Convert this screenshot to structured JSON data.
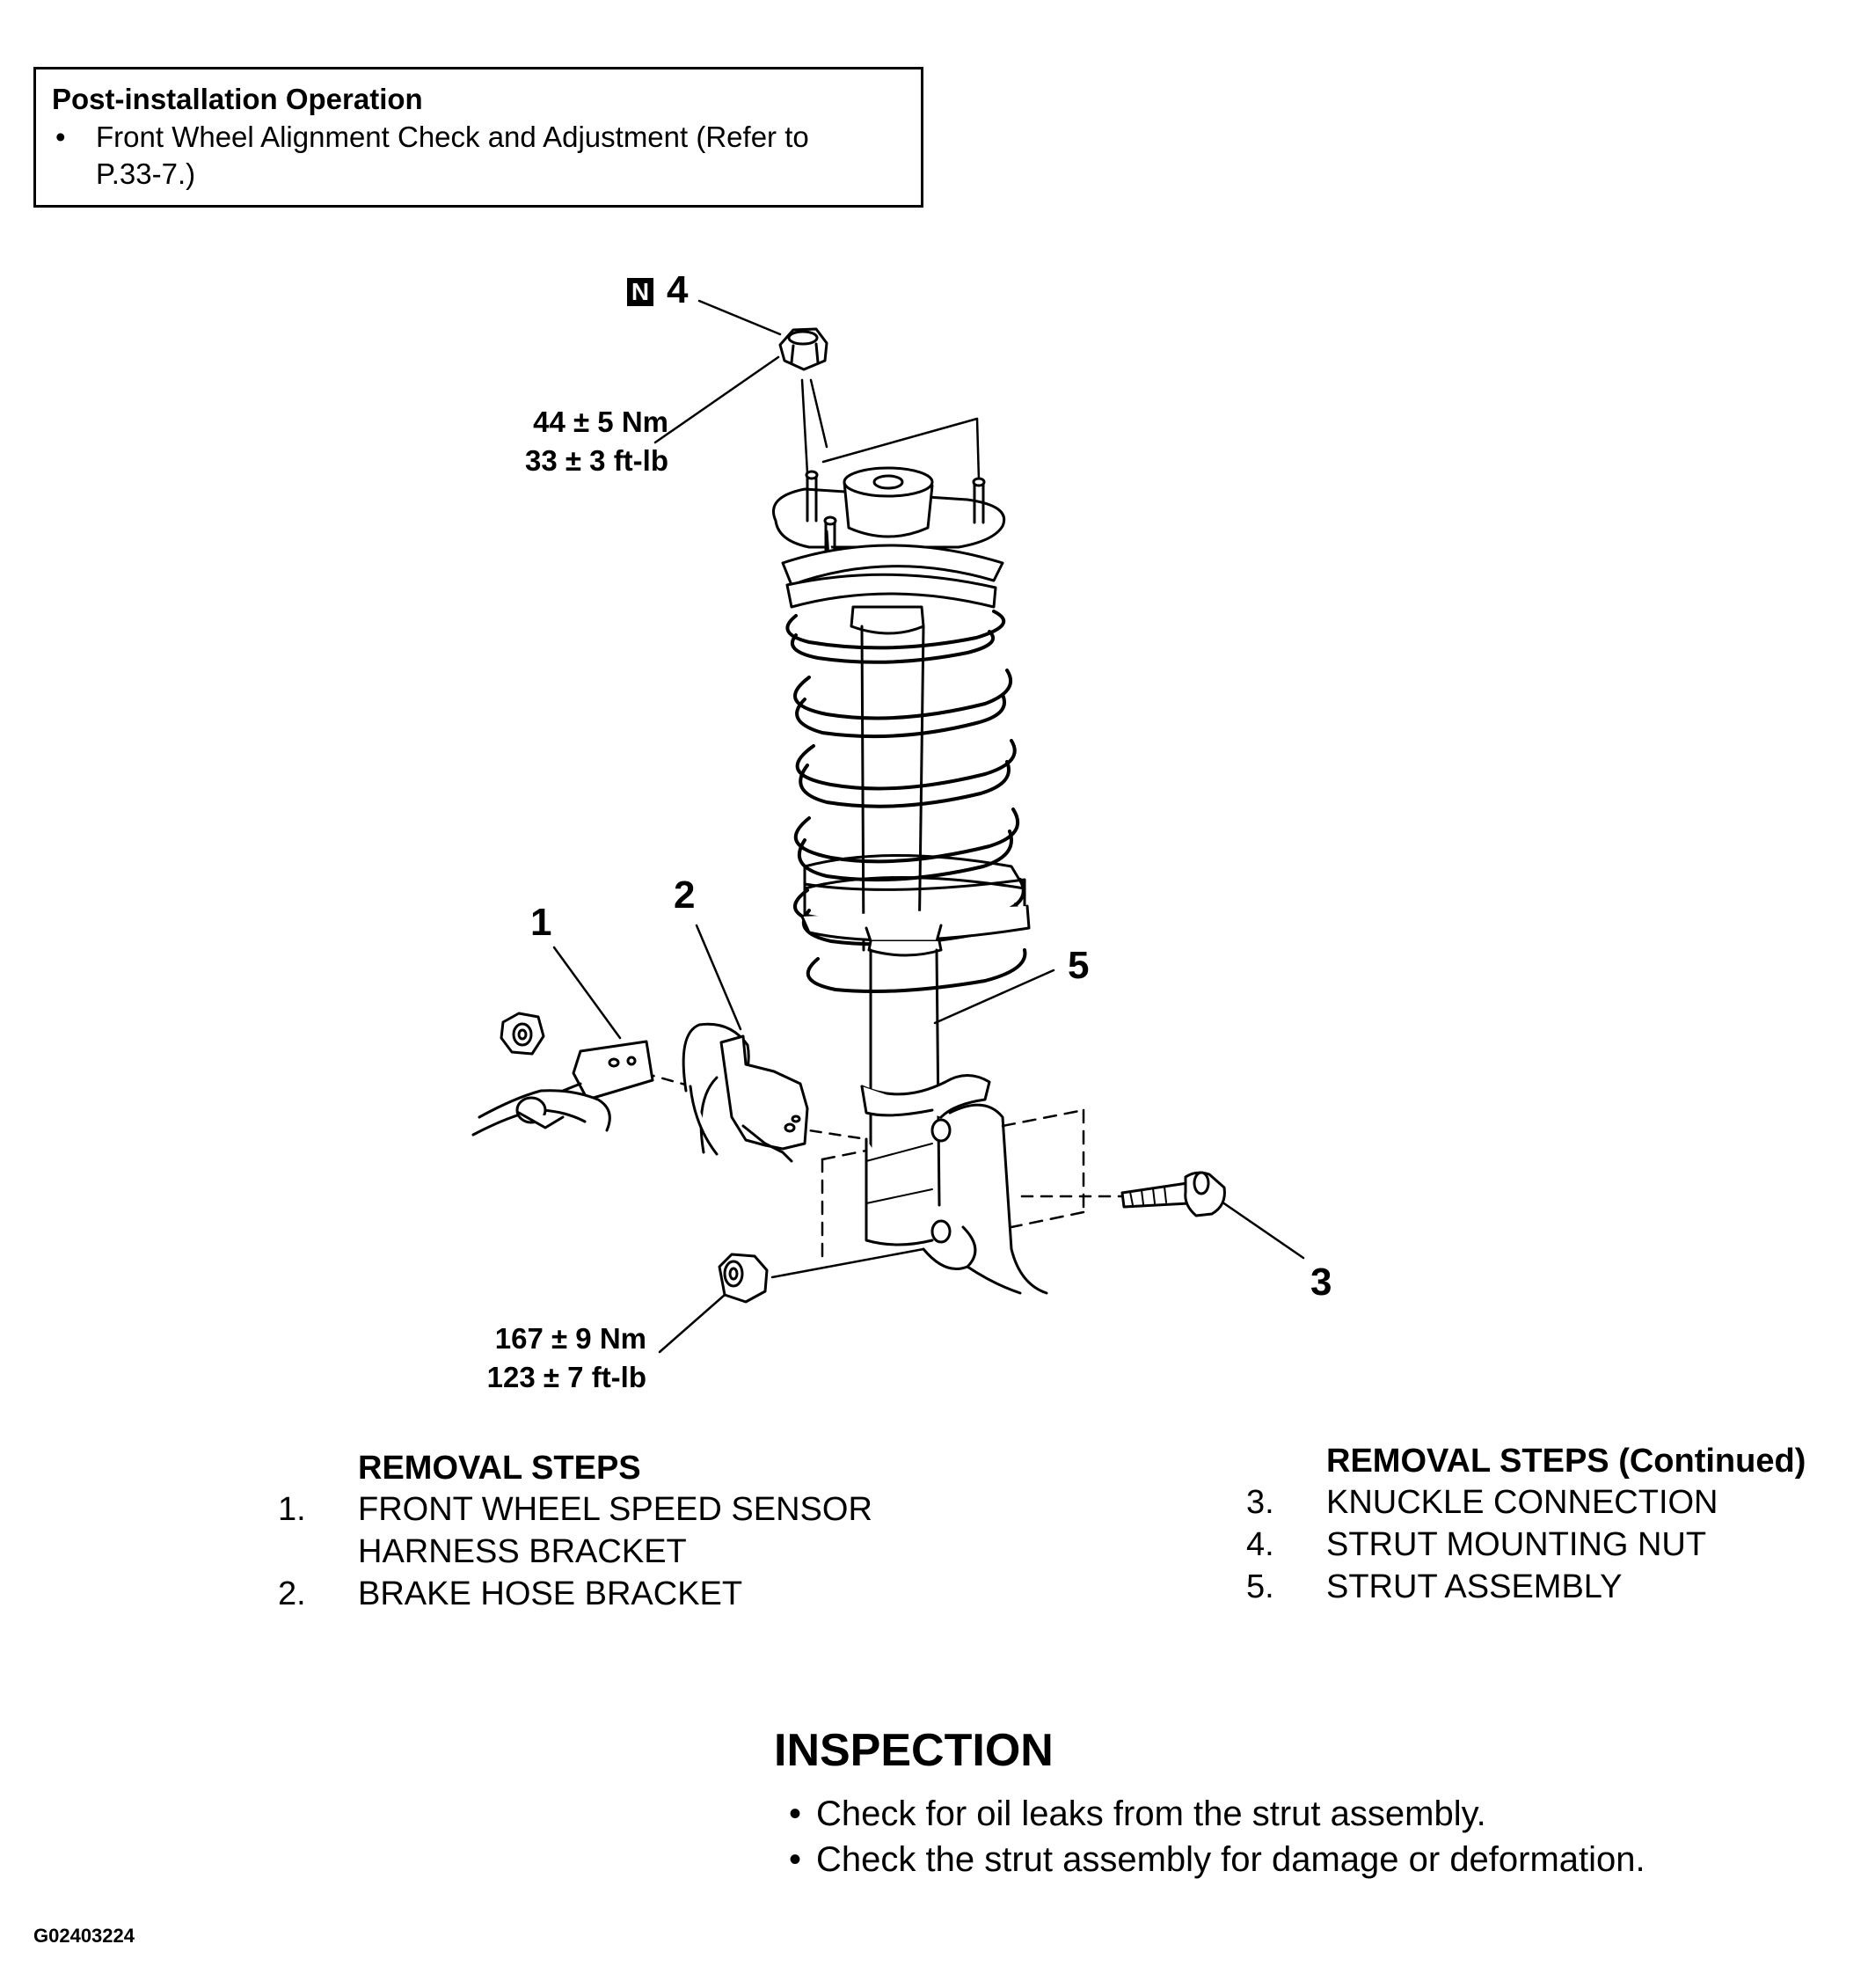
{
  "post_installation": {
    "title": "Post-installation Operation",
    "items": [
      {
        "bullet": "•",
        "lines": [
          "Front Wheel Alignment Check and Adjustment (Refer to",
          "P.33-7.)"
        ]
      }
    ]
  },
  "diagram": {
    "callouts": {
      "c1": "1",
      "c2": "2",
      "c3": "3",
      "c4": "4",
      "c5": "5",
      "new_part_marker": "N"
    },
    "torques": {
      "top_nm": "44 ± 5 Nm",
      "top_ftlb": "33 ± 3 ft-lb",
      "bottom_nm": "167 ± 9 Nm",
      "bottom_ftlb": "123 ± 7 ft-lb"
    }
  },
  "removal_steps": {
    "title": "REMOVAL STEPS",
    "items": [
      {
        "num": "1.",
        "lines": [
          "FRONT WHEEL SPEED SENSOR",
          "HARNESS BRACKET"
        ]
      },
      {
        "num": "2.",
        "lines": [
          "BRAKE HOSE BRACKET"
        ]
      }
    ]
  },
  "removal_steps_continued": {
    "title": "REMOVAL STEPS (Continued)",
    "items": [
      {
        "num": "3.",
        "lines": [
          "KNUCKLE CONNECTION"
        ]
      },
      {
        "num": "4.",
        "lines": [
          "STRUT MOUNTING NUT"
        ]
      },
      {
        "num": "5.",
        "lines": [
          "STRUT ASSEMBLY"
        ]
      }
    ]
  },
  "inspection": {
    "title": "INSPECTION",
    "items": [
      {
        "bullet": "•",
        "text": "Check for oil leaks from the strut assembly."
      },
      {
        "bullet": "•",
        "text": "Check the strut assembly for damage or deformation."
      }
    ]
  },
  "figure_code": "G02403224"
}
